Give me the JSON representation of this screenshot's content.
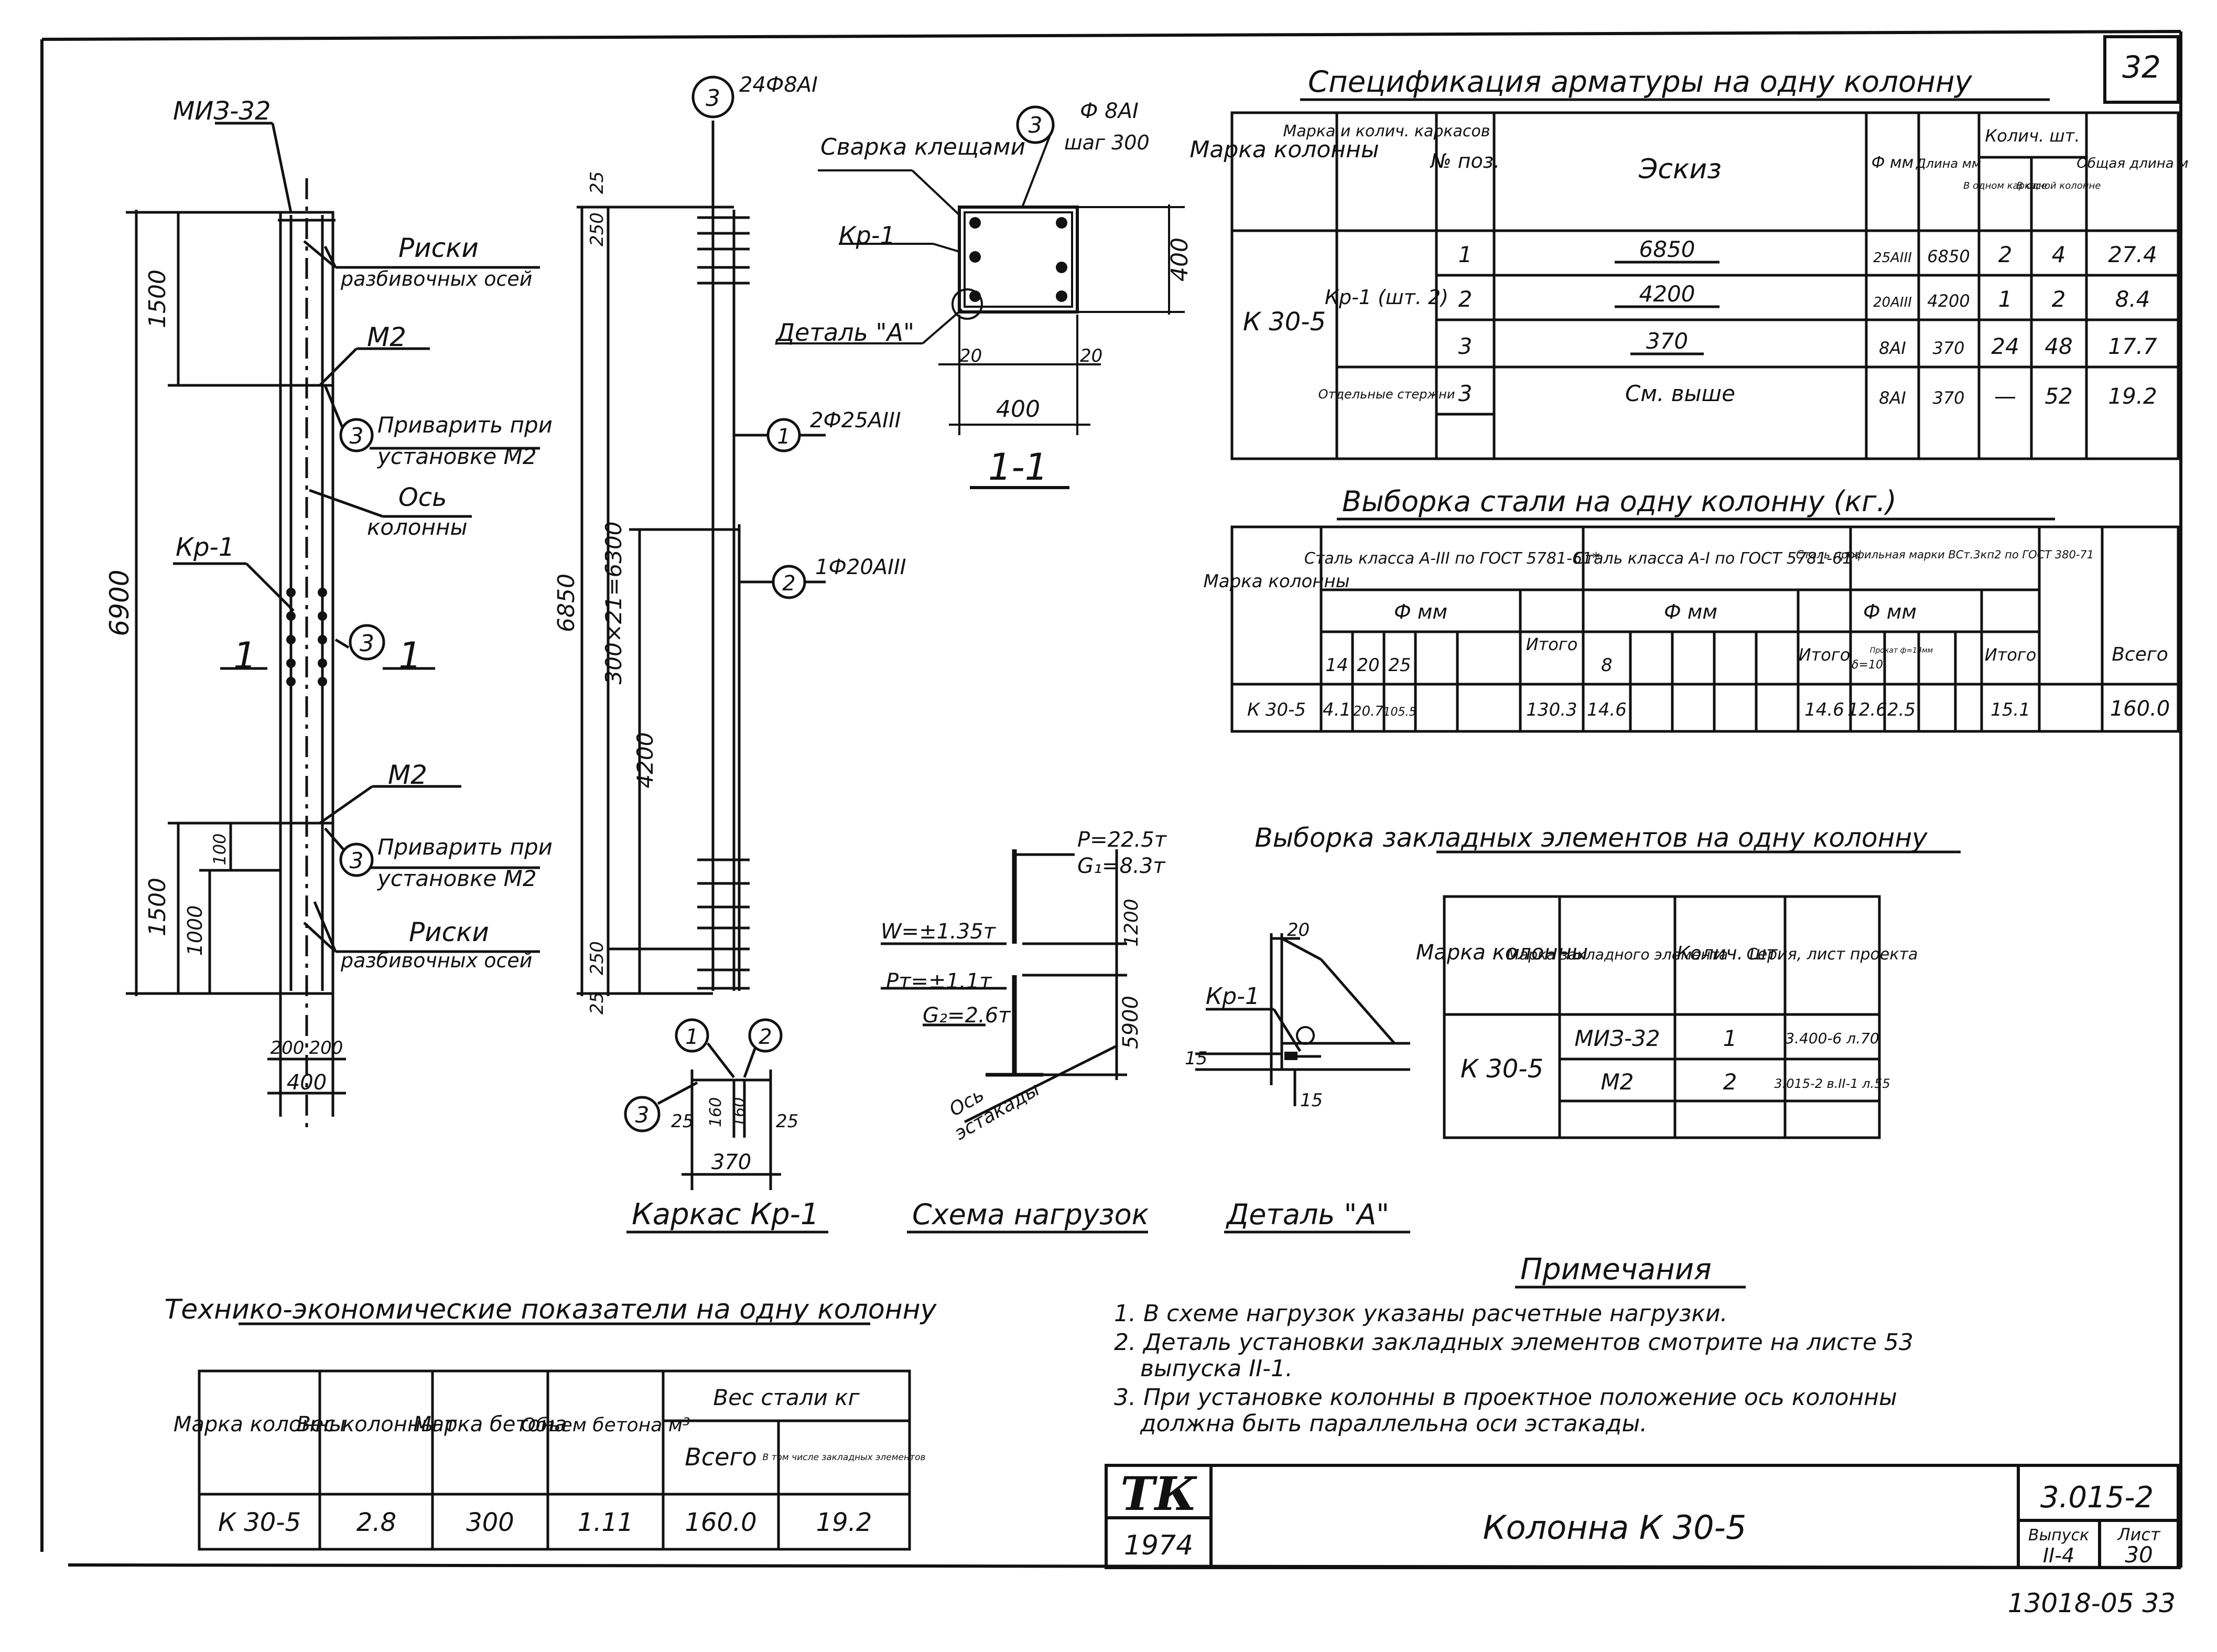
{
  "page_number": "32",
  "spec": {
    "title": "Спецификация арматуры на одну колонну",
    "headers": {
      "col_mark": "Марка колонны",
      "frame_mark": "Марка и колич. каркасов",
      "pos": "№ поз.",
      "sketch": "Эскиз",
      "dia": "Ф мм",
      "length": "Длина мм",
      "qty": "Колич. шт.",
      "qty_frame": "В одном каркасе",
      "qty_col": "В одной колонне",
      "total": "Общая длина м"
    },
    "column": "К 30-5",
    "frame": "Кр-1 (шт. 2)",
    "separate": "Отдельные стержни",
    "rows": [
      {
        "pos": "1",
        "sketch": "6850",
        "dia": "25АIII",
        "len": "6850",
        "q1": "2",
        "q2": "4",
        "total": "27.4"
      },
      {
        "pos": "2",
        "sketch": "4200",
        "dia": "20АIII",
        "len": "4200",
        "q1": "1",
        "q2": "2",
        "total": "8.4"
      },
      {
        "pos": "3",
        "sketch": "370",
        "dia": "8АI",
        "len": "370",
        "q1": "24",
        "q2": "48",
        "total": "17.7"
      },
      {
        "pos": "3",
        "sketch": "См. выше",
        "dia": "8АI",
        "len": "370",
        "q1": "—",
        "q2": "52",
        "total": "19.2"
      }
    ]
  },
  "steel": {
    "title": "Выборка стали на одну колонну (кг.)",
    "headers": {
      "col_mark": "Марка колонны",
      "class_a3": "Сталь класса А-III по ГОСТ 5781-61*",
      "class_a1": "Сталь класса А-I по ГОСТ 5781-61*",
      "profile": "Сталь профильная марки ВСт.3кп2 по ГОСТ 380-71",
      "dia": "Ф мм",
      "itogo": "Итого",
      "vsego": "Всего",
      "d14": "14",
      "d20": "20",
      "d25": "25",
      "d8": "8",
      "p1": "δ=10",
      "p2": "Прокат ф=14мм"
    },
    "row": {
      "mark": "К 30-5",
      "v14": "4.1",
      "v20": "20.7",
      "v25": "105.5",
      "itogo1": "130.3",
      "v8": "14.6",
      "itogo2": "14.6",
      "p1": "12.6",
      "p2": "2.5",
      "itogo3": "15.1",
      "total": "160.0"
    }
  },
  "embedded": {
    "title": "Выборка закладных элементов на одну колонну",
    "headers": {
      "col_mark": "Марка колонны",
      "el_mark": "Марка закладного элемента",
      "qty": "Колич. шт.",
      "series": "Серия, лист проекта"
    },
    "column": "К 30-5",
    "rows": [
      {
        "mark": "МИЗ-32",
        "qty": "1",
        "series": "3.400-6 л.70"
      },
      {
        "mark": "М2",
        "qty": "2",
        "series": "3.015-2 в.II-1 л.55"
      }
    ]
  },
  "tech": {
    "title": "Технико-экономические показатели на одну колонну",
    "headers": {
      "mark": "Марка колонны",
      "weight": "Вес колонны т",
      "concrete": "Марка бетона",
      "volume": "Объем бетона м³",
      "steel": "Вес стали кг",
      "total": "Всего",
      "incl": "В том числе закладных элементов"
    },
    "row": {
      "mark": "К 30-5",
      "weight": "2.8",
      "concrete": "300",
      "volume": "1.11",
      "total": "160.0",
      "incl": "19.2"
    }
  },
  "notes": {
    "title": "Примечания",
    "items": [
      "1. В схеме нагрузок указаны расчетные нагрузки.",
      "2. Деталь установки закладных элементов смотрите на листе 53",
      "выпуска II-1.",
      "3. При установке колонны в проектное положение ось колонны",
      "должна быть параллельна оси эстакады."
    ]
  },
  "stamp": {
    "logo": "ТК",
    "year": "1974",
    "title": "Колонна К 30-5",
    "series": "3.015-2",
    "issue_label": "Выпуск",
    "sheet_label": "Лист",
    "issue": "II-4",
    "sheet": "30"
  },
  "footer_code": "13018-05 33",
  "col_view": {
    "miz": "МИЗ-32",
    "riski": "Риски",
    "razb": "разбивочных осей",
    "m2": "М2",
    "weld1": "Приварить при",
    "weld2": "установке М2",
    "os1": "Ось",
    "os2": "колонны",
    "kr": "Кр-1",
    "sec": "1",
    "pos3": "3",
    "d1500": "1500",
    "d6900": "6900",
    "d100": "100",
    "d1000": "1000",
    "d200": "200",
    "d400": "400"
  },
  "frame_view": {
    "bars1": "24Ф8АI",
    "bars2": "2Ф25АIII",
    "bars3": "1Ф20АIII",
    "n1": "1",
    "n2": "2",
    "n3": "3",
    "d25": "25",
    "d250": "250",
    "d6850": "6850",
    "d6300": "300×21=6300",
    "d4200": "4200",
    "d160": "160",
    "d370": "370",
    "caption": "Каркас Кр-1"
  },
  "section": {
    "weld": "Сварка клещами",
    "kr": "Кр-1",
    "detail": "Деталь \"А\"",
    "bar": "Ф 8АI",
    "step": "шаг 300",
    "d400": "400",
    "d20": "20",
    "title": "1-1",
    "pos": "3"
  },
  "loads": {
    "p": "P=22.5т",
    "g1": "G₁=8.3т",
    "w": "W=±1.35т",
    "pt": "Pт=±1.1т",
    "g2": "G₂=2.6т",
    "axis1": "Ось",
    "axis2": "эстакады",
    "d1200": "1200",
    "d5900": "5900",
    "caption": "Схема нагрузок"
  },
  "detail_a": {
    "kr": "Кр-1",
    "d20": "20",
    "d15": "15",
    "caption": "Деталь \"А\""
  }
}
